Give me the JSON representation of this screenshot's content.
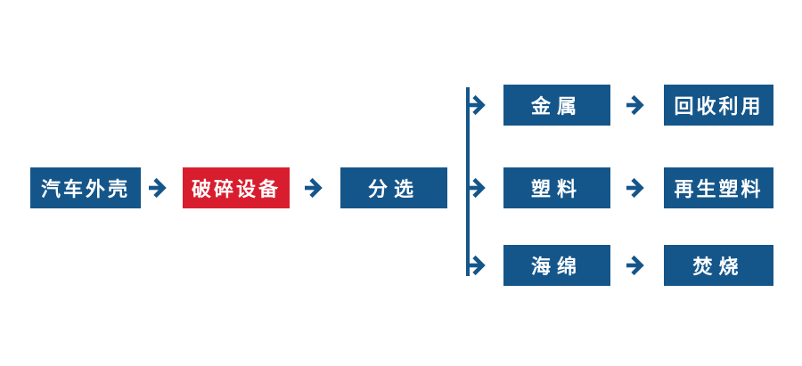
{
  "colors": {
    "blue": "#15568a",
    "red": "#d81e2e",
    "text": "#ffffff",
    "background": "#ffffff"
  },
  "flow": {
    "source_label": "汽车外壳",
    "crusher_label": "破碎设备",
    "sorting_label": "分选",
    "branches": [
      {
        "material": "金属",
        "outcome": "回收利用"
      },
      {
        "material": "塑料",
        "outcome": "再生塑料"
      },
      {
        "material": "海绵",
        "outcome": "焚烧"
      }
    ]
  }
}
